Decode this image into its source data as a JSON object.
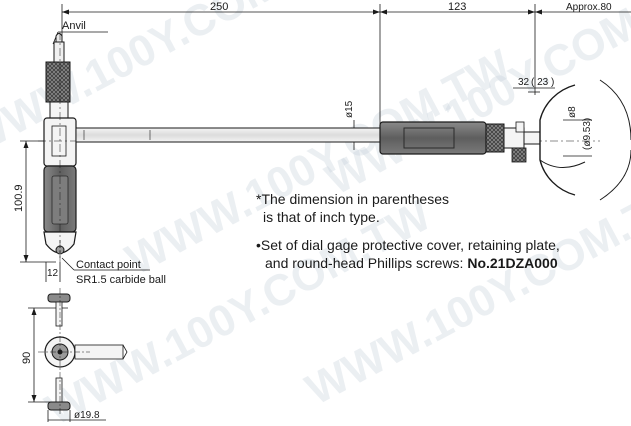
{
  "dimensions": {
    "overall_length": "250",
    "rod_length": "123",
    "head_approx": "Approx.80",
    "rod_diameter": "ø15",
    "stem_inset": "32",
    "stem_inset_inch": "( 23 )",
    "stem_diameter": "ø8",
    "stem_diameter_inch": "(ø9.53)",
    "height": "100.9",
    "anvil_offset": "12",
    "handle_height": "90",
    "grip_diameter": "ø19.8"
  },
  "labels": {
    "anvil": "Anvil",
    "contact_point": "Contact point",
    "contact_ball": "SR1.5 carbide ball"
  },
  "notes": {
    "inch_note_line1": "*The dimension in parentheses",
    "inch_note_line2": "is that of inch type.",
    "set_line1": "•Set of dial gage protective cover, retaining plate,",
    "set_line2_prefix": "and round-head Phillips screws: ",
    "set_line2_part": "No.21DZA000"
  },
  "watermark": "WWW.100Y.COM.TW",
  "colors": {
    "line": "#1a1a1a",
    "grip": "#6f6f6f",
    "grip_dark": "#4a4a4a",
    "body_fill": "#9a9a9a"
  }
}
